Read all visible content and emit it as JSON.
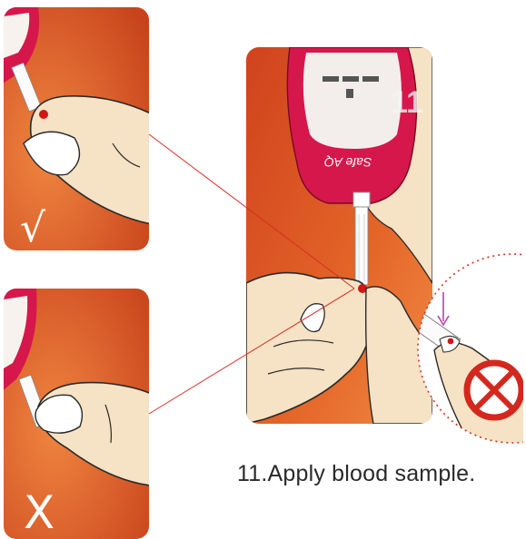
{
  "caption": "11.Apply blood sample.",
  "meter_brand": "Safe AQ",
  "step_number": "11",
  "marks": {
    "correct": "√",
    "incorrect": "X"
  },
  "colors": {
    "background_orange": "#e86a2a",
    "background_deep": "#c8431c",
    "skin": "#f6e2c4",
    "meter_red": "#d6174b",
    "blood": "#d11616",
    "connector_line": "#d62e22",
    "no_sign": "#d3281e"
  },
  "icons": [
    "check-mark-icon",
    "cross-mark-icon",
    "prohibited-icon",
    "down-arrow-icon"
  ]
}
